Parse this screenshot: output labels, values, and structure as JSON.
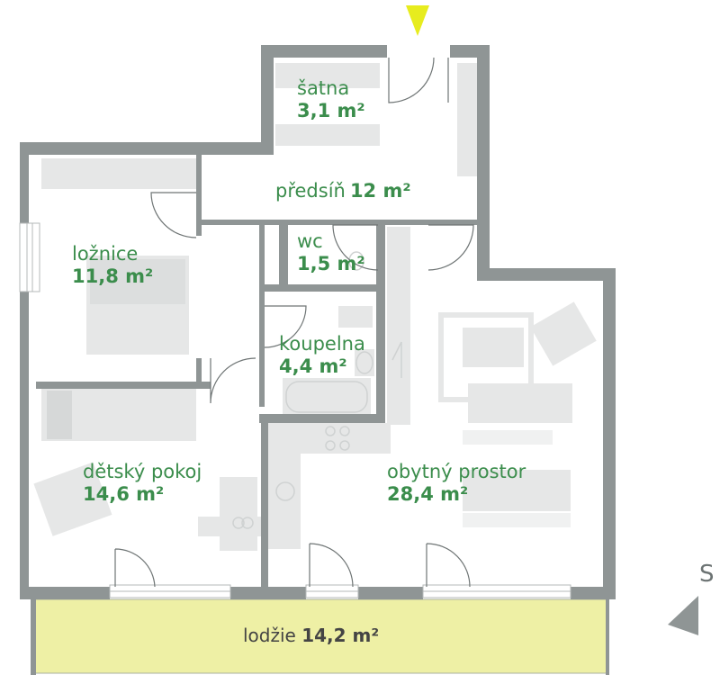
{
  "rooms": {
    "satna": {
      "name": "šatna",
      "area": "3,1 m²"
    },
    "predsin": {
      "name": "předsíň",
      "area": "12 m²"
    },
    "wc": {
      "name": "wc",
      "area": "1,5 m²"
    },
    "loznice": {
      "name": "ložnice",
      "area": "11,8 m²"
    },
    "koupelna": {
      "name": "koupelna",
      "area": "4,4 m²"
    },
    "detsky": {
      "name": "dětský pokoj",
      "area": "14,6 m²"
    },
    "obytny": {
      "name": "obytný prostor",
      "area": "28,4 m²"
    }
  },
  "loggia": {
    "name": "lodžie",
    "area": "14,2 m²"
  },
  "compass": {
    "label": "S"
  },
  "colors": {
    "wall": "#8f9595",
    "furniture": "#e6e7e7",
    "label": "#3b8d4c",
    "loggia": "#eef0a5",
    "entrance_marker": "#e7ec1e"
  }
}
